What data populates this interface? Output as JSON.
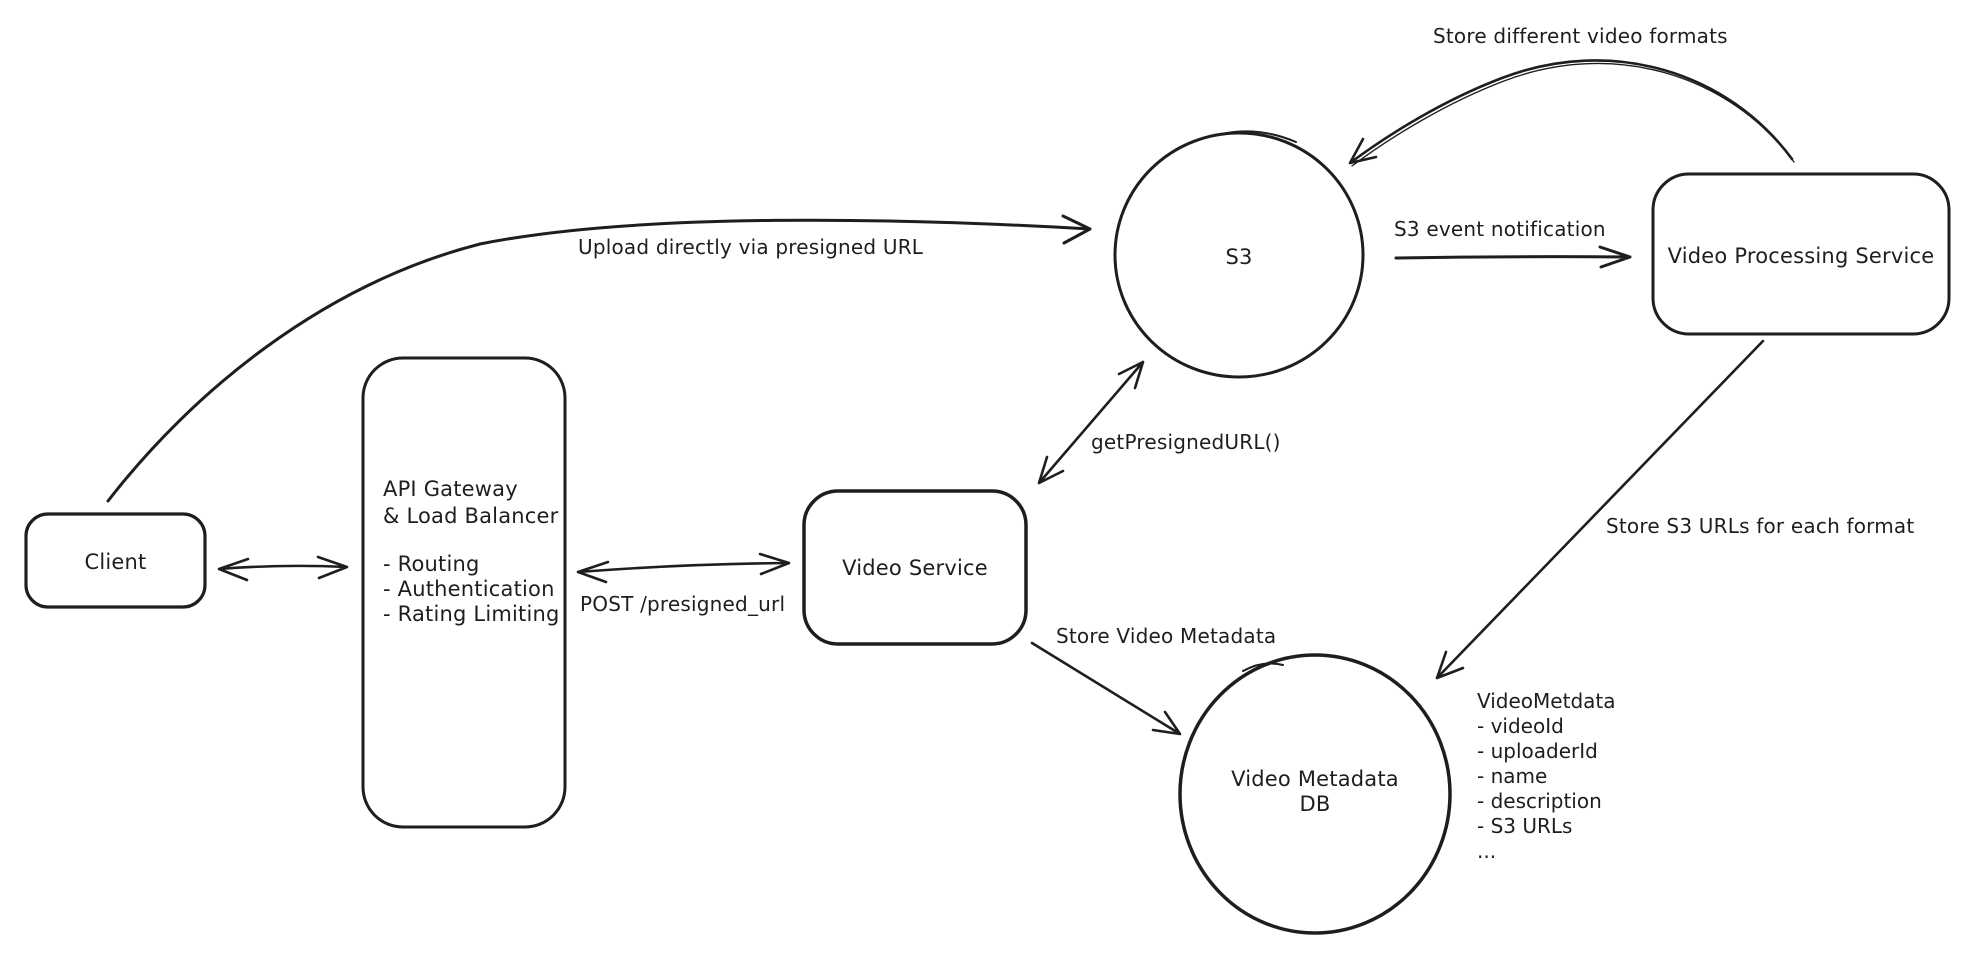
{
  "colors": {
    "ink": "#1e1e1e",
    "background": "#ffffff"
  },
  "nodes": {
    "client": {
      "label": "Client"
    },
    "api_gateway": {
      "title_lines": [
        "API Gateway",
        "& Load Balancer"
      ],
      "features": [
        "- Routing",
        "- Authentication",
        "- Rating Limiting"
      ]
    },
    "video_service": {
      "label": "Video Service"
    },
    "s3": {
      "label": "S3"
    },
    "video_processing": {
      "label": "Video Processing Service"
    },
    "video_metadata_db": {
      "label_lines": [
        "Video Metadata",
        "DB"
      ]
    }
  },
  "edges": {
    "client_s3": {
      "label": "Upload directly via presigned URL"
    },
    "s3_processing": {
      "label": "S3 event notification"
    },
    "processing_s3": {
      "label": "Store different video formats"
    },
    "videoservice_s3": {
      "label": "getPresignedURL()"
    },
    "gateway_videoservice": {
      "label": "POST /presigned_url"
    },
    "videoservice_db": {
      "label": "Store Video Metadata"
    },
    "processing_db": {
      "label": "Store S3 URLs for each format"
    }
  },
  "annotations": {
    "video_metadata_schema": {
      "title": "VideoMetdata",
      "fields": [
        "- videoId",
        "- uploaderId",
        "- name",
        "- description",
        "- S3 URLs",
        "..."
      ]
    }
  }
}
